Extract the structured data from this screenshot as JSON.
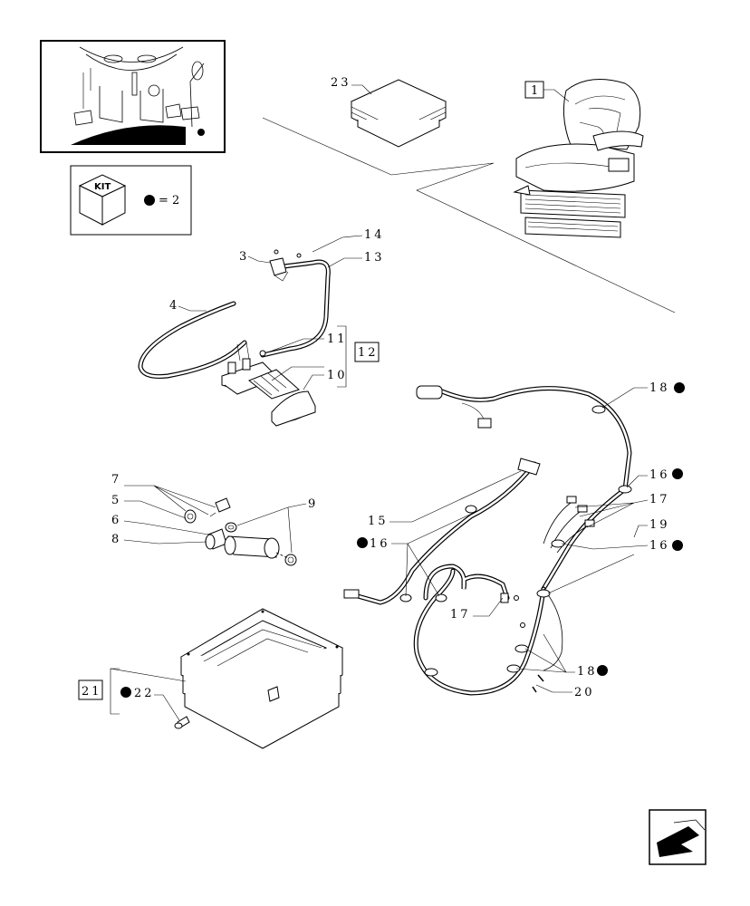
{
  "kit_box": {
    "kit_label": "KIT",
    "equals": "=",
    "quantity": "2"
  },
  "labels": {
    "l1": "1",
    "l3": "3",
    "l4": "4",
    "l5": "5",
    "l6": "6",
    "l7": "7",
    "l8": "8",
    "l9": "9",
    "l10": "10",
    "l11": "11",
    "l12": "12",
    "l13": "13",
    "l14": "14",
    "l15": "15",
    "l16a": "16",
    "l16b": "16",
    "l16c": "16",
    "l17a": "17",
    "l17b": "17",
    "l18a": "18",
    "l18b": "18",
    "l19": "19",
    "l20": "20",
    "l21": "21",
    "l22": "22",
    "l23": "23"
  },
  "colors": {
    "line": "#000000",
    "background": "#ffffff",
    "kit_dot": "#000000"
  },
  "icons": {
    "kit_cube": "cube-icon",
    "navigation": "arrow-left-down-icon"
  }
}
